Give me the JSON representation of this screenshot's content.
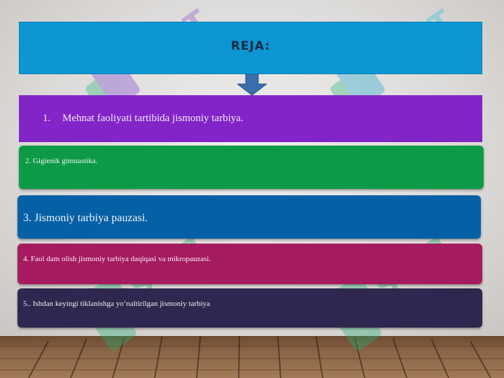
{
  "title": "REJA:",
  "items": [
    {
      "number": "1.",
      "text": "Mehnat faoliyati tartibida jismoniy tarbiya."
    },
    {
      "text": "2. Gigienik gimnastika."
    },
    {
      "text": "3. Jismoniy tarbiya pauzasi."
    },
    {
      "text": "4. Faol dam olish jismoniy tarbiya daqiqasi va mikropauzasi."
    },
    {
      "text": "5.. Ishdan keyingi tiklanishga yo‘naltirilgan jismoniy tarbiya"
    }
  ],
  "watermark": {
    "text": "SOFT"
  },
  "colors": {
    "title_box": "#0c96d4",
    "item1": "#8324c8",
    "item2": "#0c9a46",
    "item3": "#0660a6",
    "item4": "#a51b60",
    "item5": "#2f274f",
    "arrow": "#3a6fae"
  },
  "icons": {
    "arrow": "arrow-down-icon",
    "floor": "wood-floor-decoration"
  }
}
